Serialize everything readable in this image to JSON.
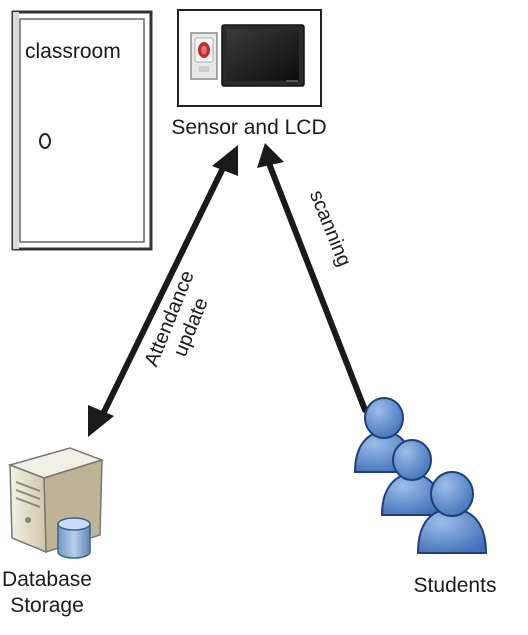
{
  "labels": {
    "classroom": "classroom",
    "sensor_lcd": "Sensor and LCD",
    "scanning": "scanning",
    "attendance_line1": "Attendance",
    "attendance_line2": "update",
    "database_line1": "Database",
    "database_line2": "Storage",
    "students": "Students"
  },
  "colors": {
    "line": "#1a1a1a",
    "sensor_red": "#c62828",
    "lcd_screen": "#1e1e1e",
    "server_body": "#e8e3cf",
    "database_cylinder": "#8fb3d9",
    "students_blue": "#4f80c8",
    "students_outline": "#1f3f7a"
  },
  "icons": {
    "door": "door-icon",
    "sensor": "fingerprint-sensor-icon",
    "lcd": "lcd-monitor-icon",
    "server": "server-icon",
    "database": "database-cylinder-icon",
    "students": "people-group-icon"
  }
}
